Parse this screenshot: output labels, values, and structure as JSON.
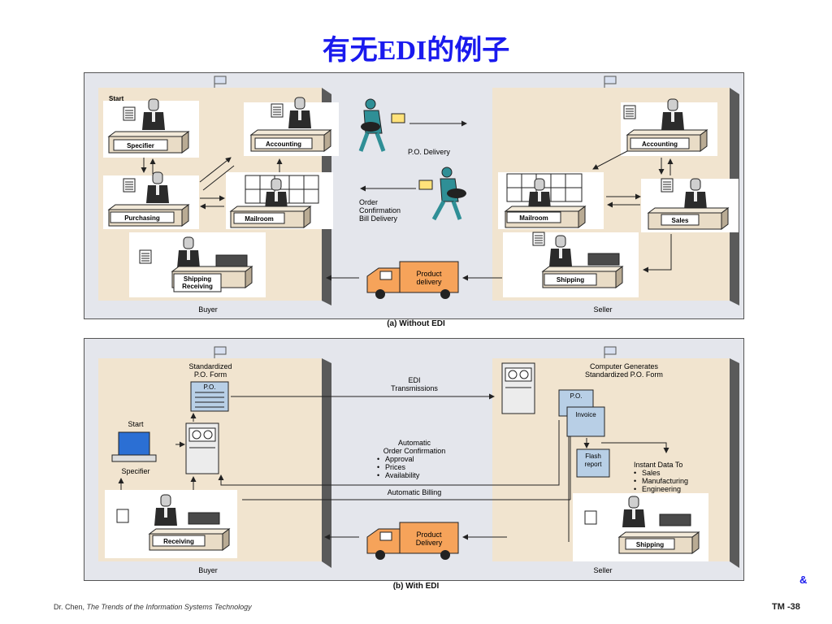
{
  "slide": {
    "title": "有无EDI的例子",
    "footer_author": "Dr. Chen, ",
    "footer_course": "The Trends of the Information Systems Technology",
    "page_number": "TM -38",
    "nav_symbol": "&"
  },
  "without_edi": {
    "caption": "(a) Without EDI",
    "start": "Start",
    "specifier": "Specifier",
    "accounting_buyer": "Accounting",
    "purchasing": "Purchasing",
    "mailroom_buyer": "Mailroom",
    "shipping_receiving_1": "Shipping",
    "shipping_receiving_2": "Receiving",
    "po_delivery": "P.O. Delivery",
    "order_conf_1": "Order",
    "order_conf_2": "Confirmation",
    "order_conf_3": "Bill Delivery",
    "product_1": "Product",
    "product_2": "delivery",
    "accounting_seller": "Accounting",
    "mailroom_seller": "Mailroom",
    "sales": "Sales",
    "shipping_seller": "Shipping",
    "buyer": "Buyer",
    "seller": "Seller"
  },
  "with_edi": {
    "caption": "(b) With EDI",
    "std_po_1": "Standardized",
    "std_po_2": "P.O. Form",
    "po_label": "P.O.",
    "start": "Start",
    "specifier": "Specifier",
    "edi_1": "EDI",
    "edi_2": "Transmissions",
    "auto_1": "Automatic",
    "auto_2": "Order Confirmation",
    "auto_items": [
      "Approval",
      "Prices",
      "Availability"
    ],
    "auto_billing": "Automatic Billing",
    "receiving": "Receiving",
    "product_1": "Product",
    "product_2": "Delivery",
    "computer_1": "Computer Generates",
    "computer_2": "Standardized P.O. Form",
    "po_seller": "P.O.",
    "invoice": "Invoice",
    "flash_1": "Flash",
    "flash_2": "report",
    "instant_title": "Instant Data To",
    "instant_items": [
      "Sales",
      "Manufacturing",
      "Engineering"
    ],
    "shipping": "Shipping",
    "buyer": "Buyer",
    "seller": "Seller"
  },
  "colors": {
    "title": "#1a1aee",
    "side_fill": "#f1e4cf",
    "side_wall": "#5a5a5a",
    "desk": "#e9dcc6",
    "truck": "#f6a35a",
    "mailman": "#2f8f96",
    "doc": "#b8cfe6"
  }
}
